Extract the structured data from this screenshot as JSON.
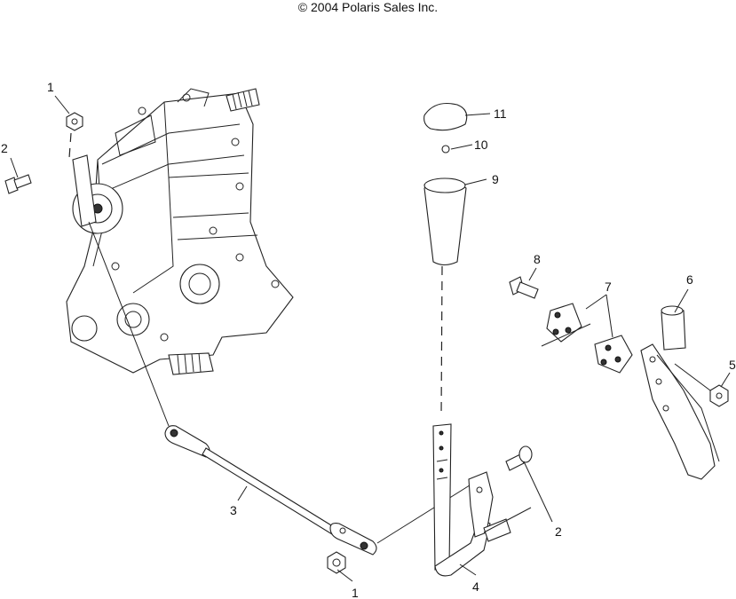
{
  "copyright": "© 2004 Polaris Sales Inc.",
  "callouts": [
    "1",
    "2",
    "3",
    "1",
    "4",
    "2",
    "5",
    "6",
    "7",
    "8",
    "9",
    "10",
    "11"
  ]
}
